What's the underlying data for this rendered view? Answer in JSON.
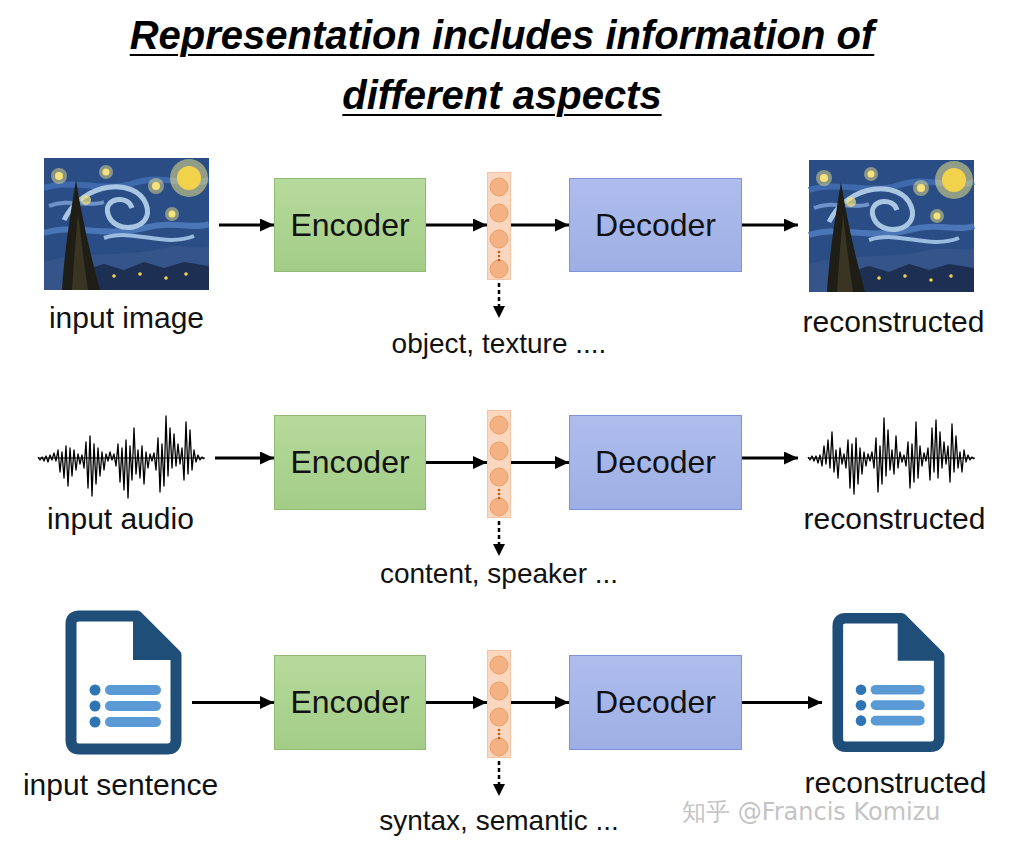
{
  "diagram": {
    "title": "Representation includes information of different aspects",
    "nodes": [
      {
        "text": [
          "input image"
        ]
      },
      {
        "text": [
          "Encoder"
        ]
      },
      {
        "text": [
          "object, texture ...."
        ]
      },
      {
        "text": [
          "Decoder"
        ]
      },
      {
        "text": [
          "reconstructed"
        ]
      },
      {
        "text": [
          "input audio"
        ]
      },
      {
        "text": [
          "Encoder"
        ]
      },
      {
        "text": [
          "content, speaker ..."
        ]
      },
      {
        "text": [
          "Decoder"
        ]
      },
      {
        "text": [
          "reconstructed"
        ]
      },
      {
        "text": [
          "input sentence"
        ]
      },
      {
        "text": [
          "Encoder"
        ]
      },
      {
        "text": [
          "syntax, semantic ..."
        ]
      },
      {
        "text": [
          "Decoder"
        ]
      },
      {
        "text": [
          "reconstructed"
        ]
      }
    ],
    "edges": [
      {
        "from": 0,
        "to": 1,
        "arrow": "to"
      },
      {
        "from": 1,
        "to": 2,
        "arrow": "to"
      },
      {
        "from": 2,
        "to": 3,
        "arrow": "to"
      },
      {
        "from": 3,
        "to": 4,
        "arrow": "to"
      },
      {
        "from": 5,
        "to": 6,
        "arrow": "to"
      },
      {
        "from": 6,
        "to": 7,
        "arrow": "to"
      },
      {
        "from": 7,
        "to": 8,
        "arrow": "to"
      },
      {
        "from": 8,
        "to": 9,
        "arrow": "to"
      },
      {
        "from": 10,
        "to": 11,
        "arrow": "to"
      },
      {
        "from": 11,
        "to": 12,
        "arrow": "to"
      },
      {
        "from": 12,
        "to": 13,
        "arrow": "to"
      },
      {
        "from": 13,
        "to": 14,
        "arrow": "to"
      }
    ],
    "labels": [
      "知乎 @Francis Komizu"
    ]
  }
}
